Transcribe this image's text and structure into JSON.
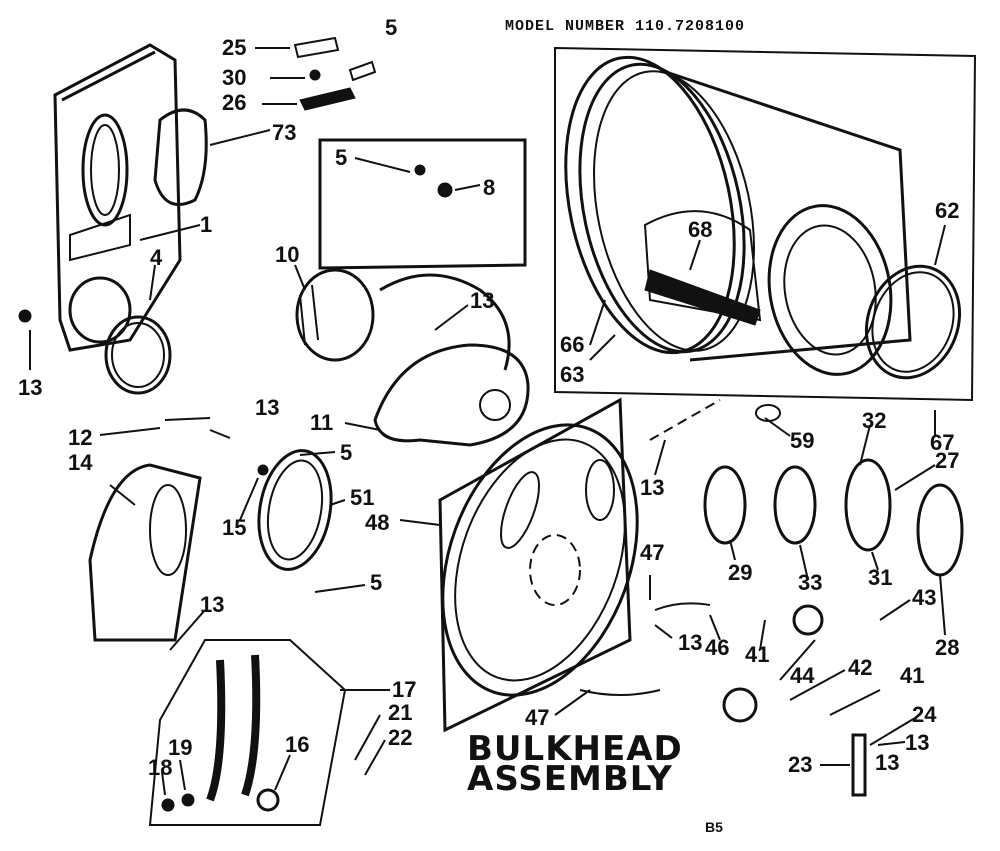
{
  "header": {
    "model_number": "MODEL NUMBER 110.7208100"
  },
  "title": {
    "line1": "BULKHEAD",
    "line2": "ASSEMBLY"
  },
  "page_code": "B5",
  "callouts": [
    "25",
    "5",
    "30",
    "26",
    "73",
    "1",
    "4",
    "13",
    "5",
    "8",
    "10",
    "13",
    "68",
    "62",
    "66",
    "63",
    "67",
    "11",
    "12",
    "13",
    "14",
    "5",
    "15",
    "51",
    "48",
    "5",
    "13",
    "13",
    "59",
    "32",
    "27",
    "29",
    "33",
    "31",
    "28",
    "43",
    "47",
    "13",
    "46",
    "41",
    "44",
    "42",
    "41",
    "47",
    "17",
    "21",
    "22",
    "19",
    "18",
    "16",
    "13",
    "24",
    "23",
    "13"
  ]
}
